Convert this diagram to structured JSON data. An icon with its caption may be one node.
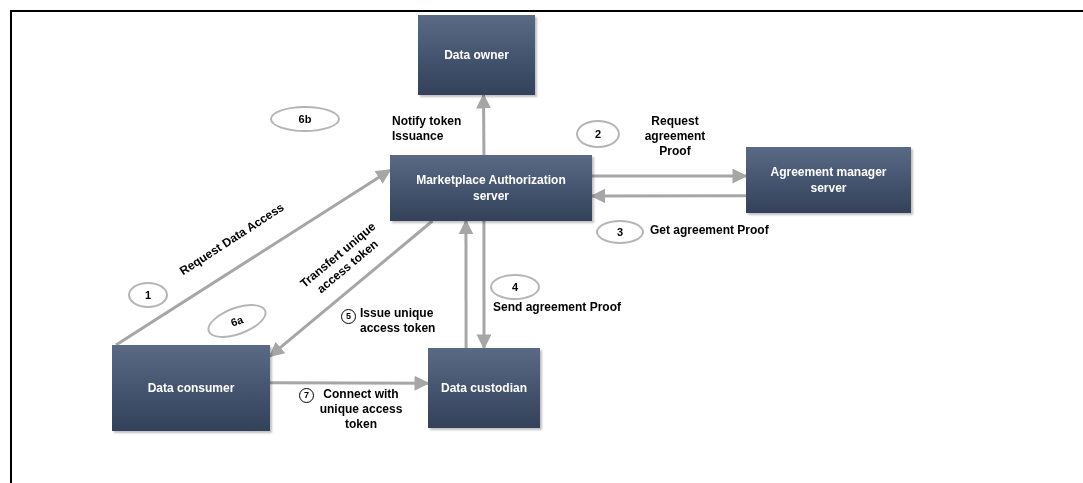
{
  "diagram": {
    "nodes": [
      {
        "text": [
          "Data owner"
        ]
      },
      {
        "text": [
          "6b"
        ]
      },
      {
        "text": [
          "Marketplace Authorization server"
        ]
      },
      {
        "text": [
          "2"
        ]
      },
      {
        "text": [
          "Agreement manager server"
        ]
      },
      {
        "text": [
          "3"
        ]
      },
      {
        "text": [
          "1"
        ]
      },
      {
        "text": [
          "4"
        ]
      },
      {
        "text": [
          "5"
        ]
      },
      {
        "text": [
          "6a"
        ]
      },
      {
        "text": [
          "Data consumer"
        ]
      },
      {
        "text": [
          "Data custodian"
        ]
      },
      {
        "text": [
          "7"
        ]
      }
    ],
    "edges": [
      {
        "from": 2,
        "to": 0,
        "arrow": "to",
        "label": "Notify token Issuance"
      },
      {
        "from": 2,
        "to": 4,
        "arrow": "to",
        "label": "Request agreement Proof"
      },
      {
        "from": 4,
        "to": 2,
        "arrow": "to",
        "label": "Get agreement Proof"
      },
      {
        "from": 2,
        "to": 11,
        "arrow": "to",
        "label": "Send agreement Proof"
      },
      {
        "from": 11,
        "to": 2,
        "arrow": "to",
        "label": "Issue unique access token"
      },
      {
        "from": 10,
        "to": 2,
        "arrow": "to",
        "label": "Request Data Access"
      },
      {
        "from": 2,
        "to": 10,
        "arrow": "to",
        "label": "Transfert unique access token"
      },
      {
        "from": 10,
        "to": 11,
        "arrow": "to",
        "label": "Connect with unique access token"
      }
    ]
  }
}
